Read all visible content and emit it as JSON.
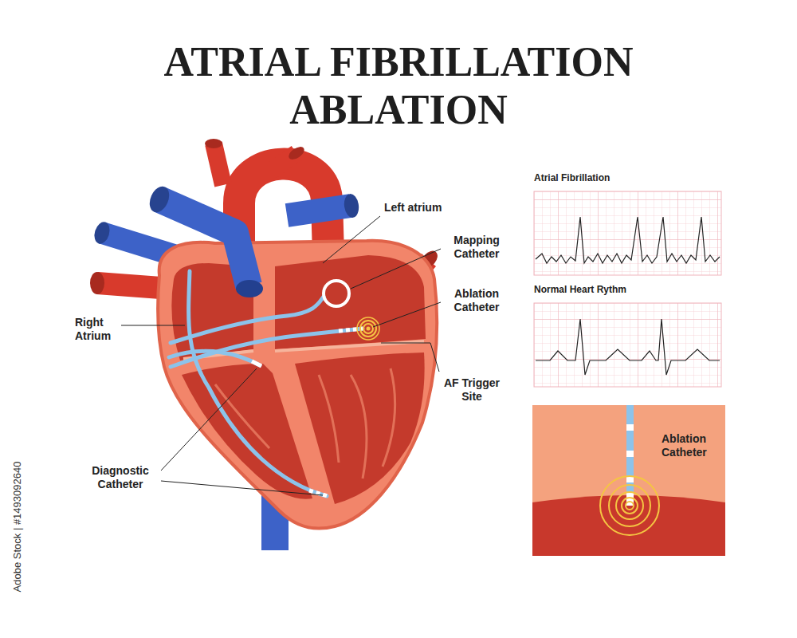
{
  "diagram": {
    "title": "ATRIAL FIBRILLATION ABLATION",
    "nodes": [
      {
        "text": [
          "Atrial Fibrillation"
        ]
      },
      {
        "text": [
          "Normal Heart Rythm"
        ]
      },
      {
        "text": [
          "Ablation Catheter"
        ]
      }
    ],
    "labels": [
      "Left atrium",
      "Right Atrium",
      "Mapping Catheter",
      "Ablation Catheter",
      "AF Trigger Site",
      "Diagnostic Catheter",
      "Adobe Stock | #1493092640"
    ]
  }
}
